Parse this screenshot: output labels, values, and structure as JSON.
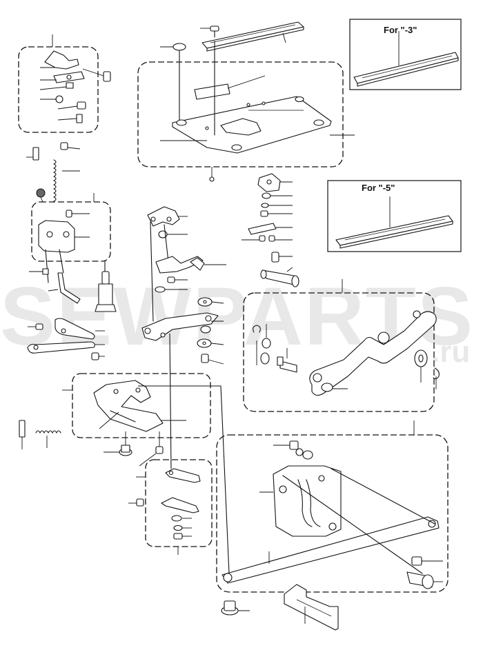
{
  "inset_top_right": {
    "label": "For \"-3\""
  },
  "inset_middle_right": {
    "label": "For \"-5\""
  },
  "watermark": {
    "main": "SEWPARTS",
    "suffix": ".ru"
  }
}
